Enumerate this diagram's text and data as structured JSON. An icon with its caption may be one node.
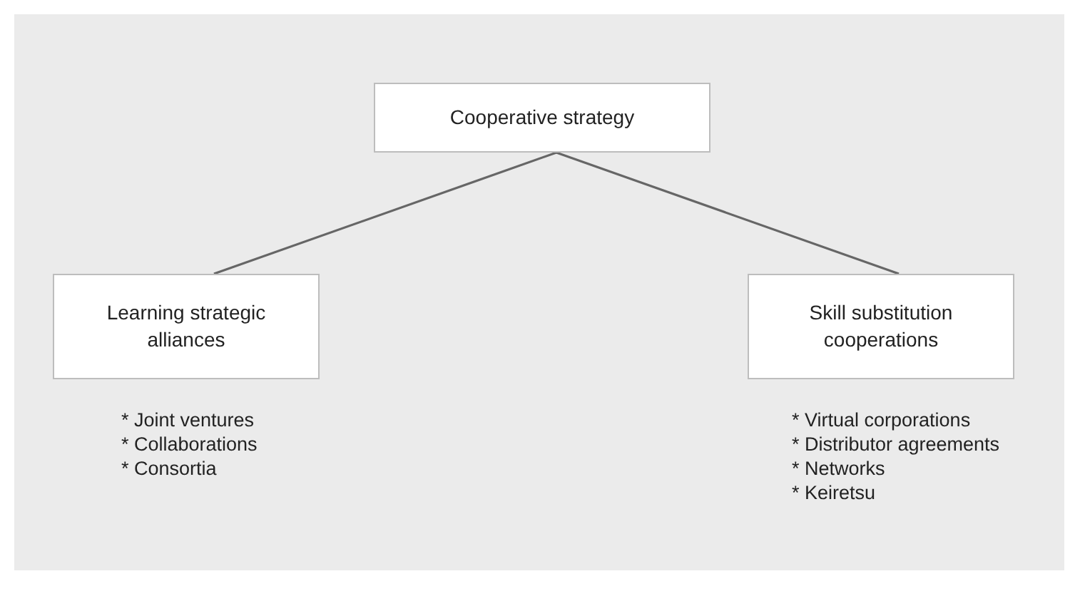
{
  "diagram": {
    "nodes": [
      {
        "text": [
          "Cooperative strategy"
        ]
      },
      {
        "text": [
          "Learning strategic alliances"
        ],
        "beside": [
          "* Joint ventures",
          "* Collaborations",
          "* Consortia"
        ]
      },
      {
        "text": [
          "Skill substitution cooperations"
        ],
        "beside": [
          "* Virtual corporations",
          "* Distributor agreements",
          "* Networks",
          "* Keiretsu"
        ]
      }
    ],
    "edges": [
      {
        "from": 0,
        "to": 1,
        "arrow": "none"
      },
      {
        "from": 0,
        "to": 2,
        "arrow": "none"
      }
    ]
  }
}
